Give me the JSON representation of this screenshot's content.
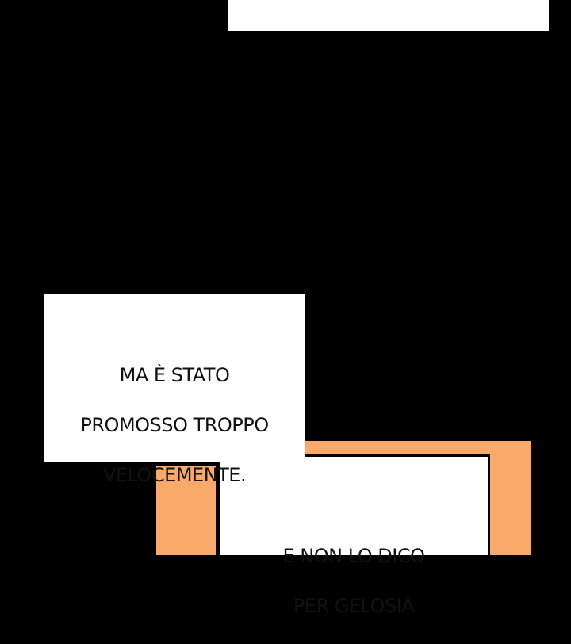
{
  "panels": {
    "bubble1": {
      "lines": [
        "MA È STATO",
        "PROMOSSO TROPPO",
        "VELOCEMENTE."
      ]
    },
    "bubble2": {
      "lines": [
        "E NON LO DICO",
        "PER GELOSIA"
      ]
    }
  },
  "colors": {
    "background": "#000000",
    "accent": "#f9a96a",
    "bubble": "#ffffff"
  }
}
